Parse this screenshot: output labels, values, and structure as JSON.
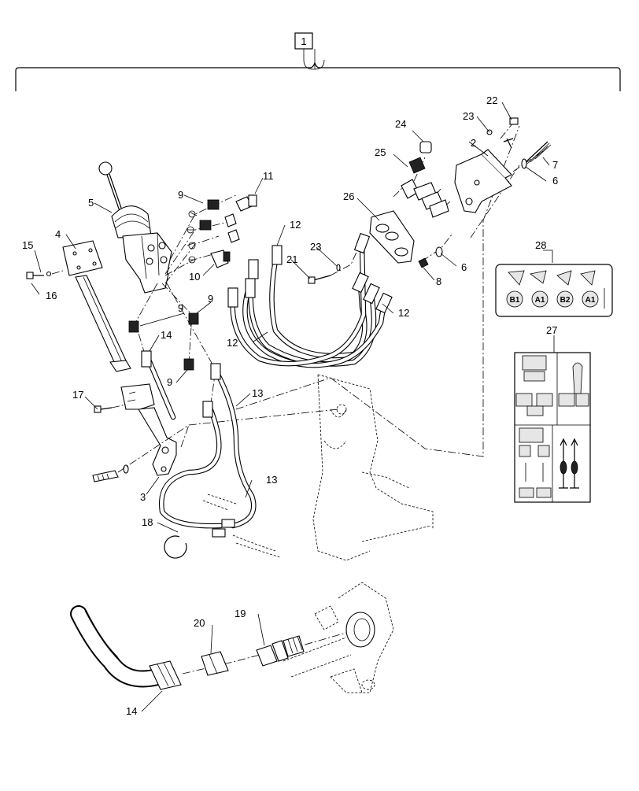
{
  "assembly_label": "1",
  "callouts": {
    "c2": "2",
    "c3": "3",
    "c4": "4",
    "c5": "5",
    "c6a": "6",
    "c6b": "6",
    "c7": "7",
    "c8": "8",
    "c9a": "9",
    "c9b": "9",
    "c9c": "9",
    "c9d": "9",
    "c10": "10",
    "c11": "11",
    "c12a": "12",
    "c12b": "12",
    "c12c": "12",
    "c13a": "13",
    "c13b": "13",
    "c14a": "14",
    "c14b": "14",
    "c15": "15",
    "c16": "16",
    "c17": "17",
    "c18": "18",
    "c19": "19",
    "c20": "20",
    "c21": "21",
    "c22": "22",
    "c23a": "23",
    "c23b": "23",
    "c24": "24",
    "c25": "25",
    "c26": "26",
    "c27": "27",
    "c28": "28"
  },
  "decal_28": {
    "buttons": [
      "B1",
      "A1",
      "B2",
      "A1"
    ]
  }
}
